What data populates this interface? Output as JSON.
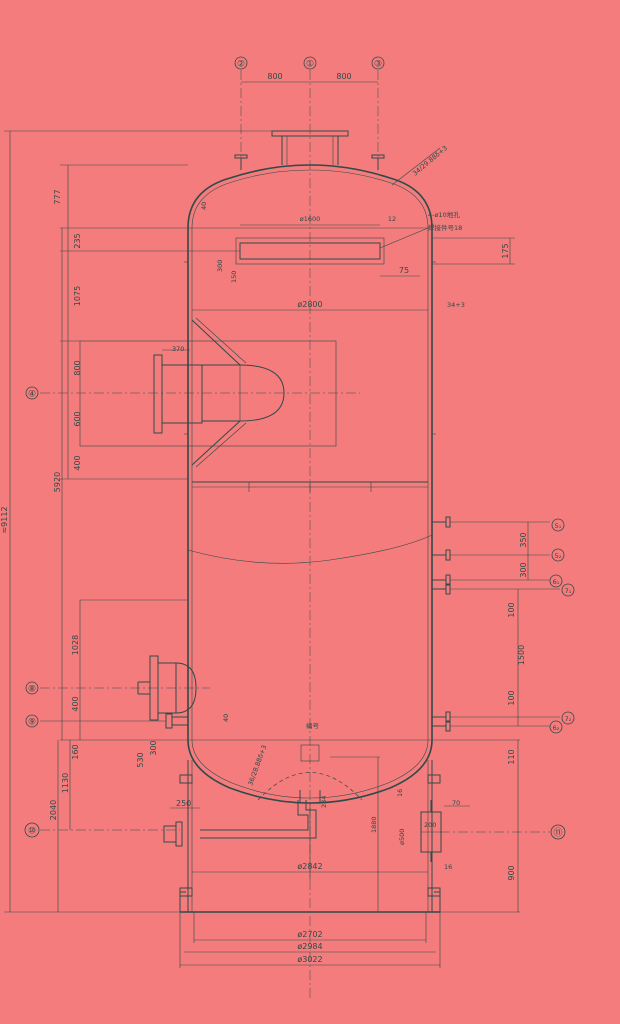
{
  "bubbles": {
    "b1": "①",
    "b2": "②",
    "b3": "③",
    "b4": "④",
    "b5a": "5₁",
    "b5b": "5₂",
    "b6a": "6₁",
    "b7a": "7₁",
    "b7b": "7₂",
    "b6b": "6₂",
    "b8": "⑧",
    "b9": "⑨",
    "b10": "⑩",
    "b11": "⑪"
  },
  "top": {
    "spacing_left": "800",
    "spacing_right": "800"
  },
  "overall_height": "≈9112",
  "left_dims": {
    "d777": "777",
    "d235": "235",
    "d1075": "1075",
    "d800": "800",
    "d600": "600",
    "d400a": "400",
    "d5920": "5920",
    "d1028": "1028",
    "d400b": "400",
    "d160": "160",
    "d1130": "1130",
    "d2040": "2040",
    "d530": "530",
    "d300": "300",
    "d40a": "40",
    "d40b": "40",
    "d300b": "300",
    "d150": "150",
    "d370": "370",
    "d250": "250"
  },
  "right_dims": {
    "d350": "350",
    "d300": "300",
    "d100a": "100",
    "d1500": "1500",
    "d100b": "100",
    "d110": "110",
    "d900": "900",
    "d175": "175",
    "d75": "75",
    "d12": "12",
    "d16a": "16",
    "d16b": "16",
    "d70": "70",
    "d200": "200",
    "d1880": "1880",
    "d284": "284"
  },
  "diameters": {
    "demister": "ø1600",
    "shell": "ø2800",
    "skirt": "ø2842",
    "base1": "ø2702",
    "base2": "ø2984",
    "base3": "ø3022",
    "pipe500": "ø500"
  },
  "notes": {
    "head_top": "34/29.88δ+3",
    "shell_thk": "34+3",
    "holes": "4-ø10地孔",
    "weld": "焊接件号18",
    "bottom_head": "36/28.88δ+3",
    "label_center": "编号"
  }
}
